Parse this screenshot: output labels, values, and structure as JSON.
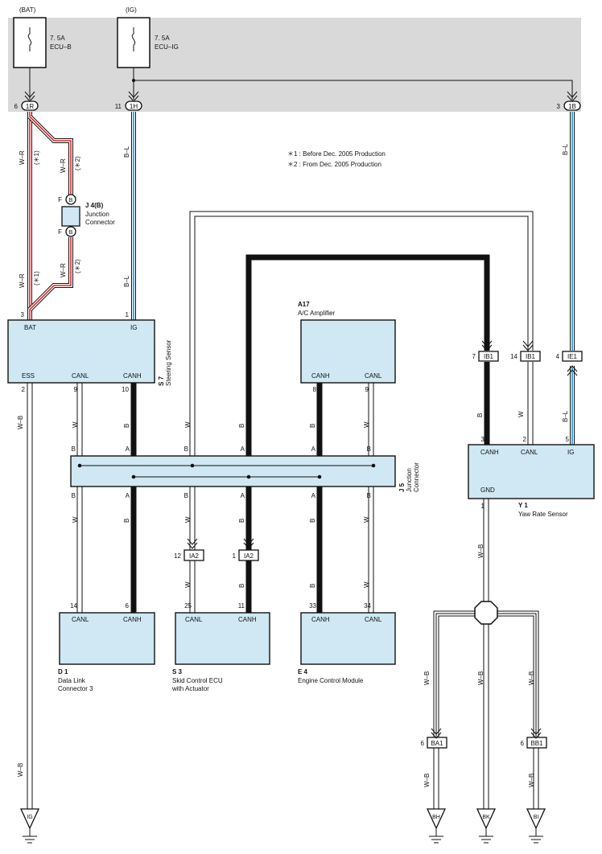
{
  "fuse_panel": {
    "bat_label": "(BAT)",
    "ig_label": "(IG)",
    "fuse1": {
      "rating": "7. 5A",
      "name": "ECU–B"
    },
    "fuse2": {
      "rating": "7. 5A",
      "name": "ECU–IG"
    },
    "connectors": [
      {
        "pin": "6",
        "code": "1R"
      },
      {
        "pin": "11",
        "code": "1H"
      },
      {
        "pin": "3",
        "code": "1B"
      }
    ]
  },
  "notes": [
    "＊1 : Before Dec.  2005 Production",
    "＊2 : From Dec.  2005 Production"
  ],
  "wire_colors": {
    "wr": "W–R",
    "bl": "B–L",
    "wb": "W–B",
    "w": "W",
    "b": "B"
  },
  "notes_marks": {
    "n1": "(＊1)",
    "n2": "(＊2)"
  },
  "junction_j4": {
    "code": "J 4(B)",
    "name1": "Junction",
    "name2": "Connector",
    "pin_f": "F",
    "pin_b": "B"
  },
  "steering_sensor": {
    "code": "S 7",
    "name": "Steering Sensor",
    "terms": [
      "BAT",
      "IG",
      "ESS",
      "CANL",
      "CANH"
    ],
    "pins": [
      "3",
      "1",
      "2",
      "9",
      "10"
    ]
  },
  "ac_amp": {
    "code": "A17",
    "name": "A/C Amplifier",
    "terms": [
      "CANH",
      "CANL"
    ],
    "pins": [
      "8",
      "9"
    ]
  },
  "yaw_sensor": {
    "code": "Y 1",
    "name": "Yaw Rate Sensor",
    "terms": [
      "CANH",
      "CANL",
      "IG",
      "GND"
    ],
    "pins": [
      "3",
      "2",
      "5",
      "1"
    ]
  },
  "junction_j5": {
    "code": "J 5",
    "name1": "Junction",
    "name2": "Connector",
    "pin_a": "A",
    "pin_b": "B"
  },
  "conn_ib1a": {
    "pin": "7",
    "code": "IB1"
  },
  "conn_ib1b": {
    "pin": "14",
    "code": "IB1"
  },
  "conn_ie1": {
    "pin": "4",
    "code": "IE1"
  },
  "conn_ia2a": {
    "pin": "12",
    "code": "IA2"
  },
  "conn_ia2b": {
    "pin": "1",
    "code": "IA2"
  },
  "conn_ba1": {
    "pin": "6",
    "code": "BA1"
  },
  "conn_bb1": {
    "pin": "6",
    "code": "BB1"
  },
  "dlc": {
    "code": "D 1",
    "name1": "Data Link",
    "name2": "Connector 3",
    "terms": [
      "CANL",
      "CANH"
    ],
    "pins": [
      "14",
      "6"
    ]
  },
  "skid_ecu": {
    "code": "S 3",
    "name1": "Skid Control ECU",
    "name2": "with Actuator",
    "terms": [
      "CANL",
      "CANH"
    ],
    "pins": [
      "25",
      "11"
    ]
  },
  "ecm": {
    "code": "E 4",
    "name": "Engine Control Module",
    "terms": [
      "CANH",
      "CANL"
    ],
    "pins": [
      "33",
      "34"
    ]
  },
  "grounds": [
    "IG",
    "BH",
    "BK",
    "BI"
  ],
  "colors": {
    "panel": "#d9d9d9",
    "box": "#cfe8f3",
    "red": "#e0262b",
    "blue": "#2b9fd8"
  }
}
